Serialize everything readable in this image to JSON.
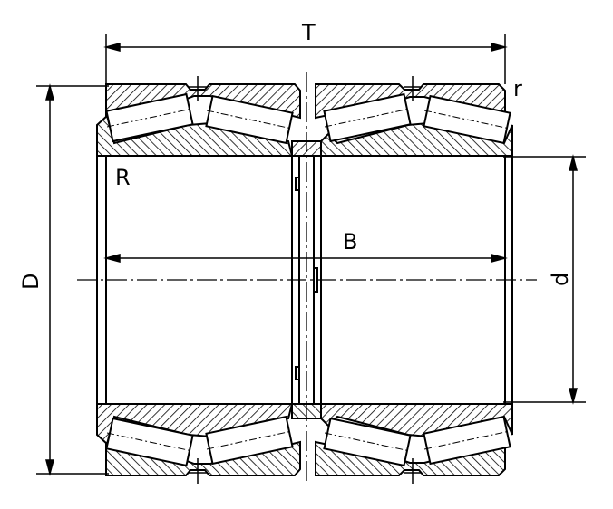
{
  "drawing": {
    "labels": {
      "total_width": "T",
      "corner_radius_small": "r",
      "corner_radius_large": "R",
      "inner_width": "B",
      "outer_diameter": "D",
      "bore_diameter": "d"
    },
    "colors": {
      "line": "#000000",
      "background": "#ffffff"
    }
  }
}
